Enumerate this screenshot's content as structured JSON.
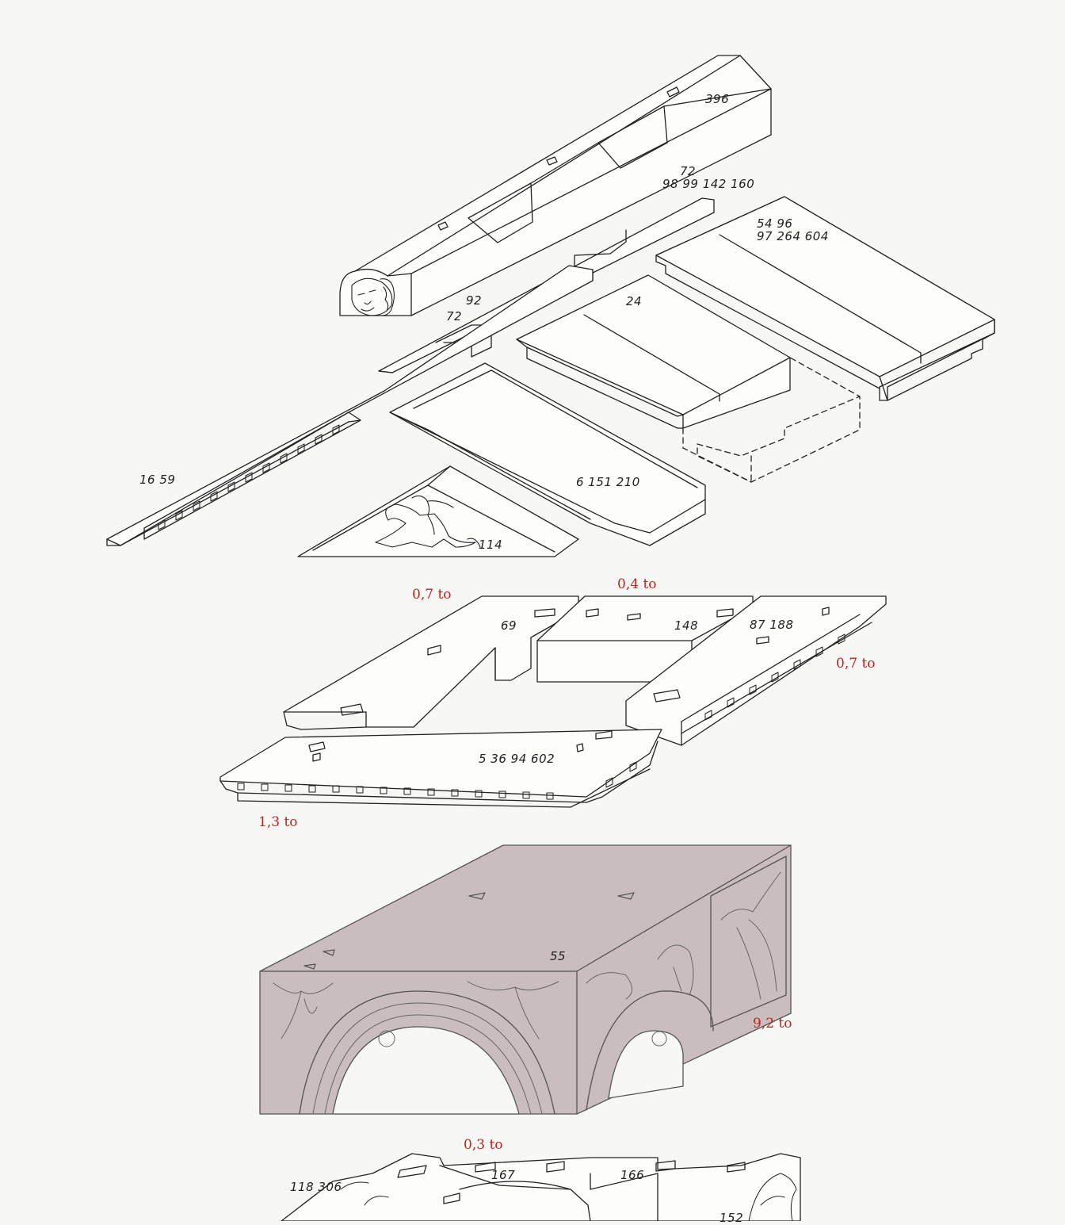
{
  "colors": {
    "line": "#222222",
    "weight_text": "#c0221d",
    "highlight_fill": "#c9bdbd",
    "paper": "#f7f7f6"
  },
  "part_numbers": {
    "ridge": "396",
    "ridge_stack_a": "72",
    "ridge_stack_b": "98  99  142  160",
    "slab_upper": "54  96",
    "slab_lower": "97  264  604",
    "beam_a": "92",
    "beam_b": "72",
    "block_24": "24",
    "cornice_left": "16  59",
    "slab_front": "6   151   210",
    "pediment": "114",
    "top_left_slab": "69",
    "center_block": "148",
    "right_cornice": "87  188",
    "front_cornice": "5  36  94  602",
    "arch_block": "55",
    "base_left": "118  306",
    "base_mid": "167",
    "base_right": "166",
    "base_corner": "152"
  },
  "weights": {
    "w1": "0,7 to",
    "w2": "0,4 to",
    "w3": "0,7 to",
    "w4": "1,3 to",
    "w5": "9,2 to",
    "w6": "0,3 to"
  }
}
